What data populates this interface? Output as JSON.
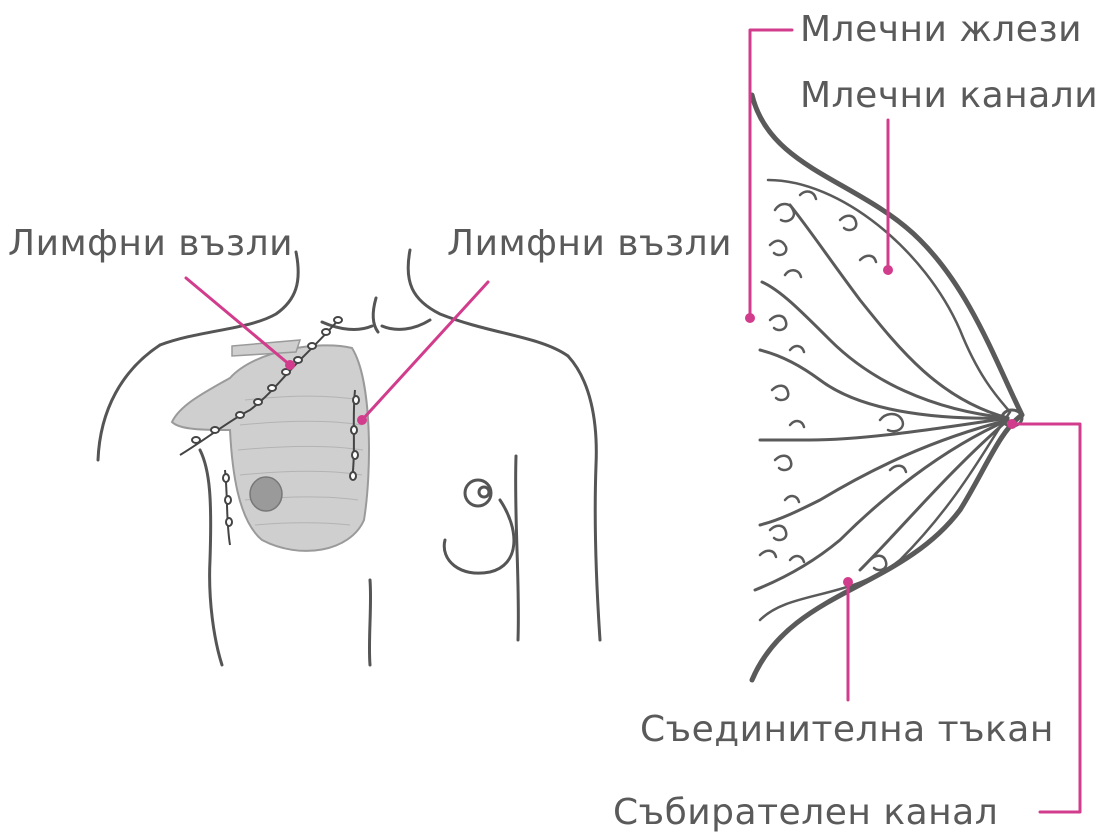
{
  "labels": {
    "lymph_nodes_left": "Лимфни възли",
    "lymph_nodes_right": "Лимфни възли",
    "mammary_glands": "Млечни жлези",
    "milk_ducts": "Млечни канали",
    "connective_tissue": "Съединителна тъкан",
    "collecting_duct": "Събирателен канал"
  },
  "colors": {
    "leader_line": "#d23c8c",
    "outline": "#555555",
    "shaded_region": "#c9c9c9",
    "text": "#5a5a5a"
  }
}
